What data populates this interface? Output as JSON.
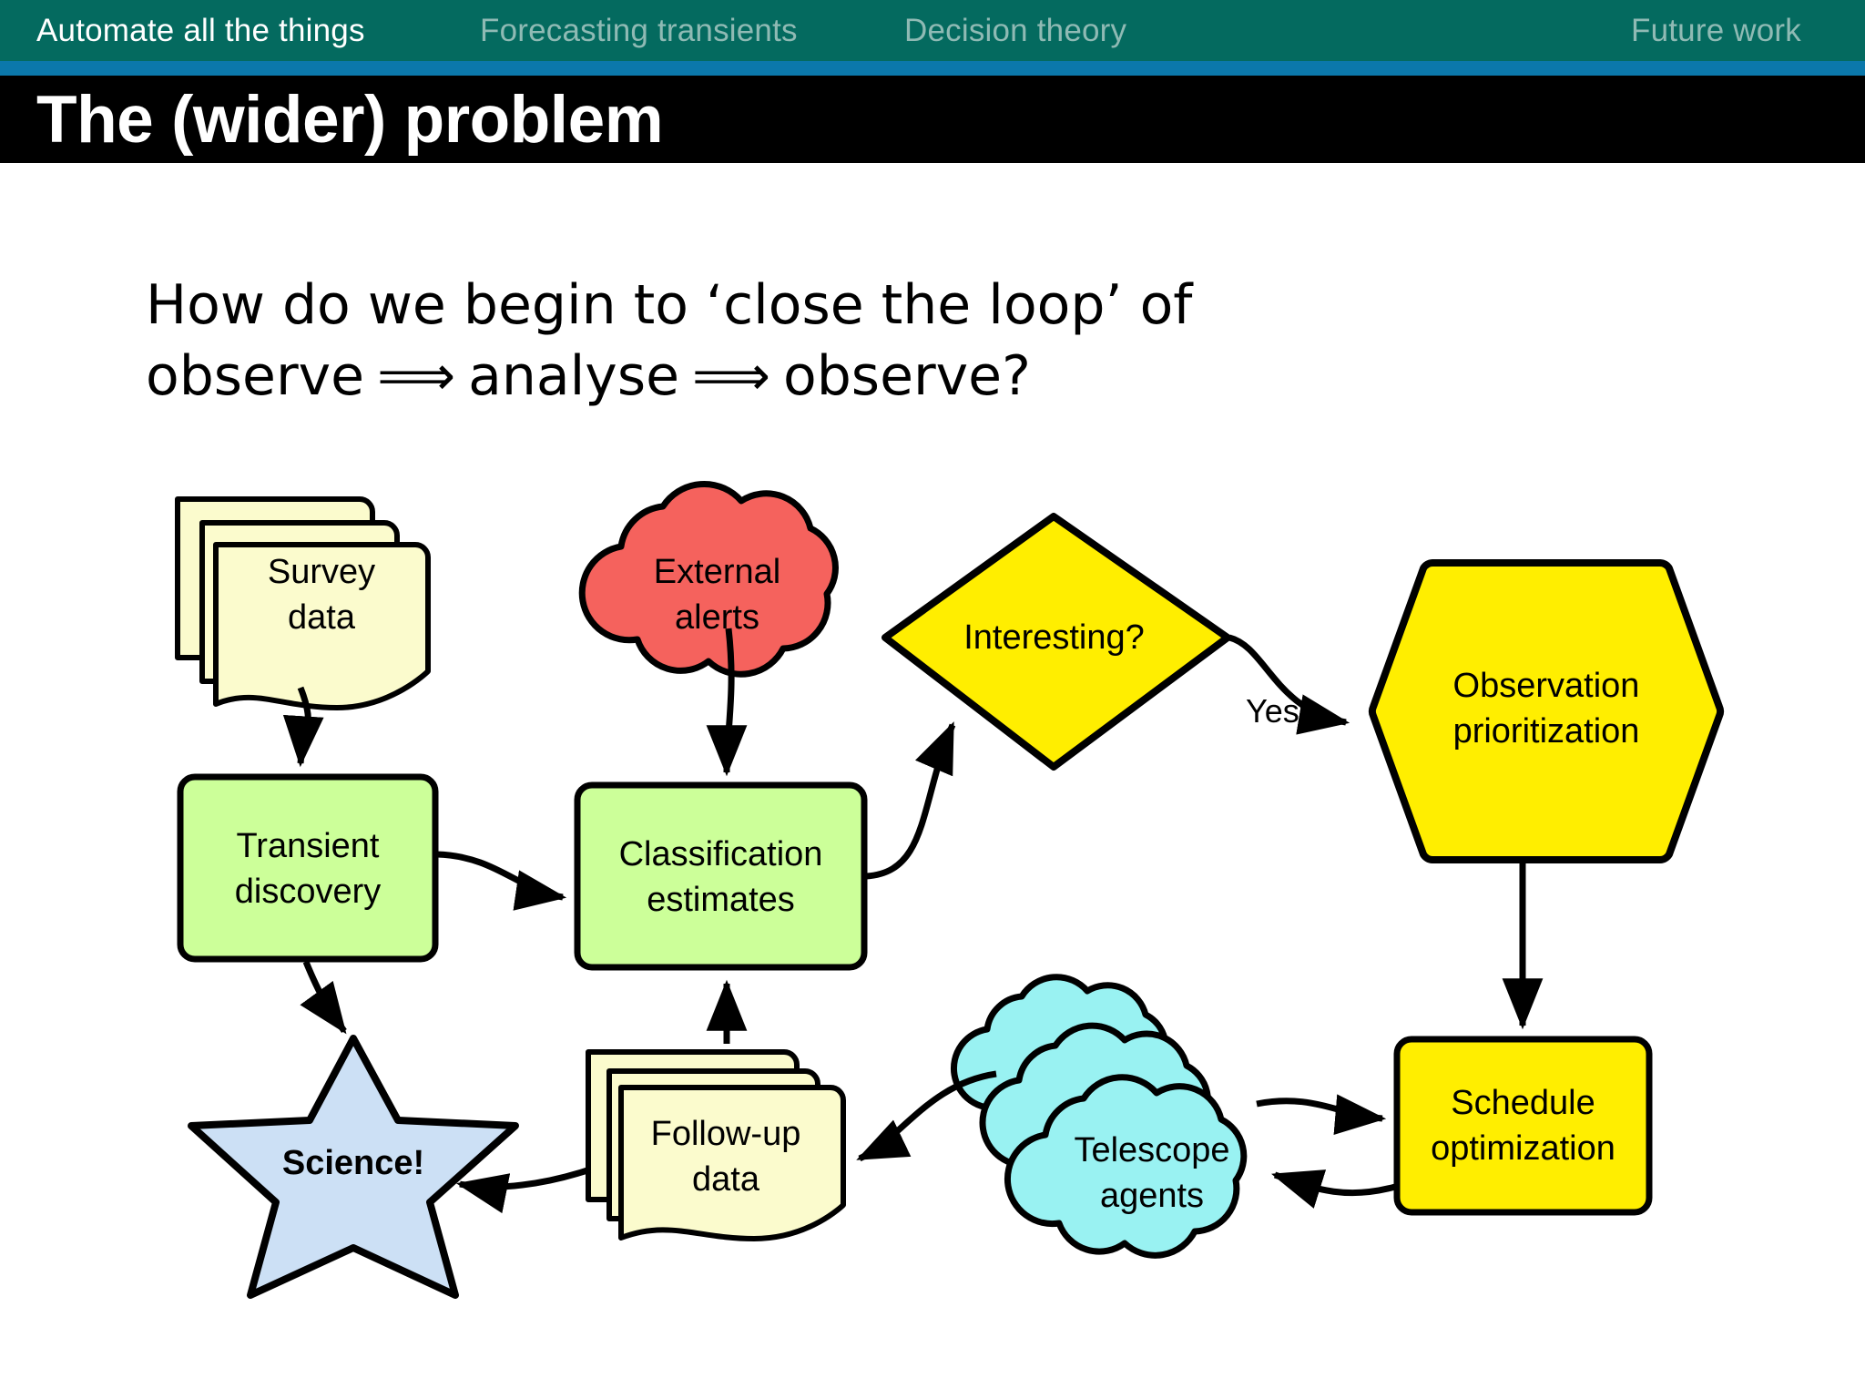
{
  "nav": {
    "items": [
      {
        "label": "Automate all the things",
        "active": true
      },
      {
        "label": "Forecasting transients",
        "active": false
      },
      {
        "label": "Decision theory",
        "active": false
      },
      {
        "label": "Future work",
        "active": false
      }
    ],
    "bg_color": "#046a5f",
    "stripe_color": "#0b78ab",
    "active_color": "#ffffff",
    "inactive_color": "#8fbab4"
  },
  "header": {
    "title": "The (wider) problem",
    "bg_color": "#000000",
    "text_color": "#ffffff"
  },
  "body": {
    "line1": "How do we begin to ‘close the loop’ of",
    "line2_part1": "observe",
    "line2_arrow1": "⟹",
    "line2_part2": "analyse",
    "line2_arrow2": "⟹",
    "line2_part3": "observe?"
  },
  "diagram": {
    "type": "flowchart",
    "nodes": [
      {
        "id": "survey-data",
        "label_lines": [
          "Survey",
          "data"
        ],
        "shape": "document-stack",
        "fill": "#fbfbcd"
      },
      {
        "id": "external-alerts",
        "label_lines": [
          "External",
          "alerts"
        ],
        "shape": "cloud",
        "fill": "#f5625d"
      },
      {
        "id": "interesting",
        "label_lines": [
          "Interesting?"
        ],
        "shape": "diamond",
        "fill": "#ffee00"
      },
      {
        "id": "observation-prioritization",
        "label_lines": [
          "Observation",
          "prioritization"
        ],
        "shape": "hexagon",
        "fill": "#ffee00"
      },
      {
        "id": "transient-discovery",
        "label_lines": [
          "Transient",
          "discovery"
        ],
        "shape": "rounded-rect",
        "fill": "#ccff99"
      },
      {
        "id": "classification-estimates",
        "label_lines": [
          "Classification",
          "estimates"
        ],
        "shape": "rounded-rect",
        "fill": "#ccff99"
      },
      {
        "id": "science",
        "label_lines": [
          "Science!"
        ],
        "shape": "star",
        "fill": "#cce0f5",
        "bold": true
      },
      {
        "id": "follow-up-data",
        "label_lines": [
          "Follow-up",
          "data"
        ],
        "shape": "document-stack",
        "fill": "#fbfbcd"
      },
      {
        "id": "telescope-agents",
        "label_lines": [
          "Telescope",
          "agents"
        ],
        "shape": "cloud-stack",
        "fill": "#99f2f2"
      },
      {
        "id": "schedule-optimization",
        "label_lines": [
          "Schedule",
          "optimization"
        ],
        "shape": "rounded-rect",
        "fill": "#ffee00"
      }
    ],
    "edges": [
      {
        "from": "survey-data",
        "to": "transient-discovery",
        "label": ""
      },
      {
        "from": "external-alerts",
        "to": "classification-estimates",
        "label": ""
      },
      {
        "from": "transient-discovery",
        "to": "classification-estimates",
        "label": ""
      },
      {
        "from": "transient-discovery",
        "to": "science",
        "label": ""
      },
      {
        "from": "classification-estimates",
        "to": "interesting",
        "label": ""
      },
      {
        "from": "interesting",
        "to": "observation-prioritization",
        "label": "Yes"
      },
      {
        "from": "observation-prioritization",
        "to": "schedule-optimization",
        "label": ""
      },
      {
        "from": "schedule-optimization",
        "to": "telescope-agents",
        "label": ""
      },
      {
        "from": "telescope-agents",
        "to": "schedule-optimization",
        "label": ""
      },
      {
        "from": "telescope-agents",
        "to": "follow-up-data",
        "label": ""
      },
      {
        "from": "follow-up-data",
        "to": "classification-estimates",
        "label": ""
      },
      {
        "from": "follow-up-data",
        "to": "science",
        "label": ""
      }
    ],
    "edge_labels": {
      "yes": "Yes"
    },
    "labels": {
      "survey_data_l1": "Survey",
      "survey_data_l2": "data",
      "external_alerts_l1": "External",
      "external_alerts_l2": "alerts",
      "interesting_l1": "Interesting?",
      "observation_l1": "Observation",
      "observation_l2": "prioritization",
      "transient_l1": "Transient",
      "transient_l2": "discovery",
      "classification_l1": "Classification",
      "classification_l2": "estimates",
      "science_l1": "Science!",
      "followup_l1": "Follow-up",
      "followup_l2": "data",
      "telescope_l1": "Telescope",
      "telescope_l2": "agents",
      "schedule_l1": "Schedule",
      "schedule_l2": "optimization"
    }
  }
}
